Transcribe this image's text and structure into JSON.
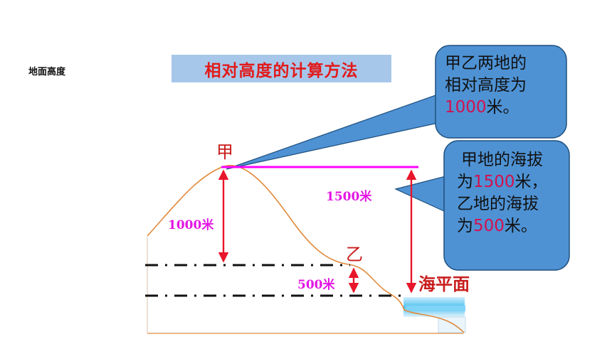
{
  "side_title": "地面高度",
  "banner_title": "相对高度的计算方法",
  "callout_top": {
    "line1": "甲乙两地的",
    "line2": "相对高度为",
    "value": "1000",
    "unit": "米。"
  },
  "callout_right": {
    "line1": "甲地的海拔",
    "prefix2": "为",
    "value2": "1500",
    "suffix2": "米，",
    "line3": "乙地的海拔",
    "prefix4": "为",
    "value4": "500",
    "suffix4": "米。"
  },
  "labels": {
    "jia": "甲",
    "yi": "乙",
    "h1000": "1000米",
    "h1500": "1500米",
    "h500": "500米",
    "sea_level": "海平面"
  },
  "colors": {
    "banner_bg": "#a7c7ea",
    "callout_fill": "#4e92d4",
    "magenta_line": "#ff00ff",
    "red_arrow": "#e8162a",
    "terrain": "#e08a3c",
    "water": "#4fc0f0"
  }
}
